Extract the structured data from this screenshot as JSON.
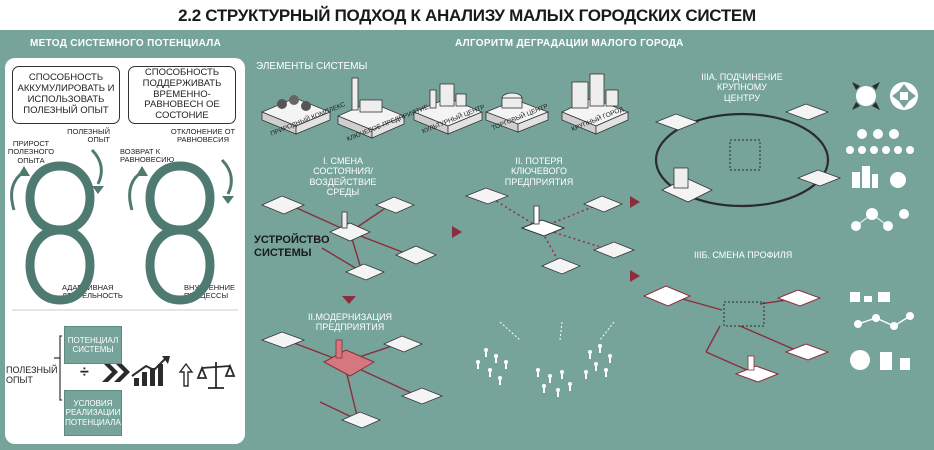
{
  "title": "2.2 СТРУКТУРНЫЙ ПОДХОД К АНАЛИЗУ МАЛЫХ ГОРОДСКИХ СИСТЕМ",
  "left": {
    "header": "МЕТОД СИСТЕМНОГО ПОТЕНЦИАЛА",
    "box1": "СПОСОБНОСТЬ АККУМУЛИРОВАТЬ И ИСПОЛЬЗОВАТЬ ПОЛЕЗНЫЙ ОПЫТ",
    "box2": "СПОСОБНОСТЬ ПОДДЕРЖИВАТЬ ВРЕМЕННО-РАВНОВЕСН ОЕ СОСТОНИЕ",
    "poleznyi_opyt": "ПОЛЕЗНЫЙ ОПЫТ",
    "prirost": "ПРИРОСТ ПОЛЕЗНОГО ОПЫТА",
    "otklonenie": "ОТКЛОНЕНИЕ ОТ РАВНОВЕСИЯ",
    "vozvrat": "ВОЗВРАТ К РАВНОВЕСИЮ",
    "adaptivnaya": "АДАПТИВНАЯ ДЕЯТЕЛЬНОСТЬ",
    "vnutrennie": "ВНУТРЕННИЕ ПРОЦЕССЫ",
    "formula_label": "ПОЛЕЗНЫЙ ОПЫТ",
    "potencial": "ПОТЕНЦИАЛ СИСТЕМЫ",
    "usloviya": "УСЛОВИЯ РЕАЛИЗАЦИИ ПОТЕНЦИАЛА",
    "divide": "÷"
  },
  "right": {
    "header": "АЛГОРИТМ ДЕГРАДАЦИИ МАЛОГО ГОРОДА",
    "elements": "ЭЛЕМЕНТЫ СИСТЕМЫ",
    "blocks": [
      "ПРИРОДНЫЙ КОМПЛЕКС",
      "КЛЮЧЕВОЕ ПРЕДПРИЯТИЕ",
      "КУЛЬТУРНЫЙ ЦЕНТР",
      "ТОРГОВЫЙ ЦЕНТР",
      "КРУПНЫЙ ГОРОД"
    ],
    "step1": "I. СМЕНА СОСТОЯНИЯ/ ВОЗДЕЙСТВИЕ СРЕДЫ",
    "ustroistvo": "УСТРОЙСТВО СИСТЕМЫ",
    "step2": "II. ПОТЕРЯ КЛЮЧЕВОГО ПРЕДПРИЯТИЯ",
    "step2b": "II.МОДЕРНИЗАЦИЯ ПРЕДПРИЯТИЯ",
    "step3a": "IIIА. ПОДЧИНЕНИЕ КРУПНОМУ ЦЕНТРУ",
    "step3b": "IIIБ. СМЕНА ПРОФИЛЯ"
  },
  "colors": {
    "board": "#77a49a",
    "accent": "#8b2d3a",
    "highlight": "#d4777f",
    "panel": "#ffffff"
  }
}
